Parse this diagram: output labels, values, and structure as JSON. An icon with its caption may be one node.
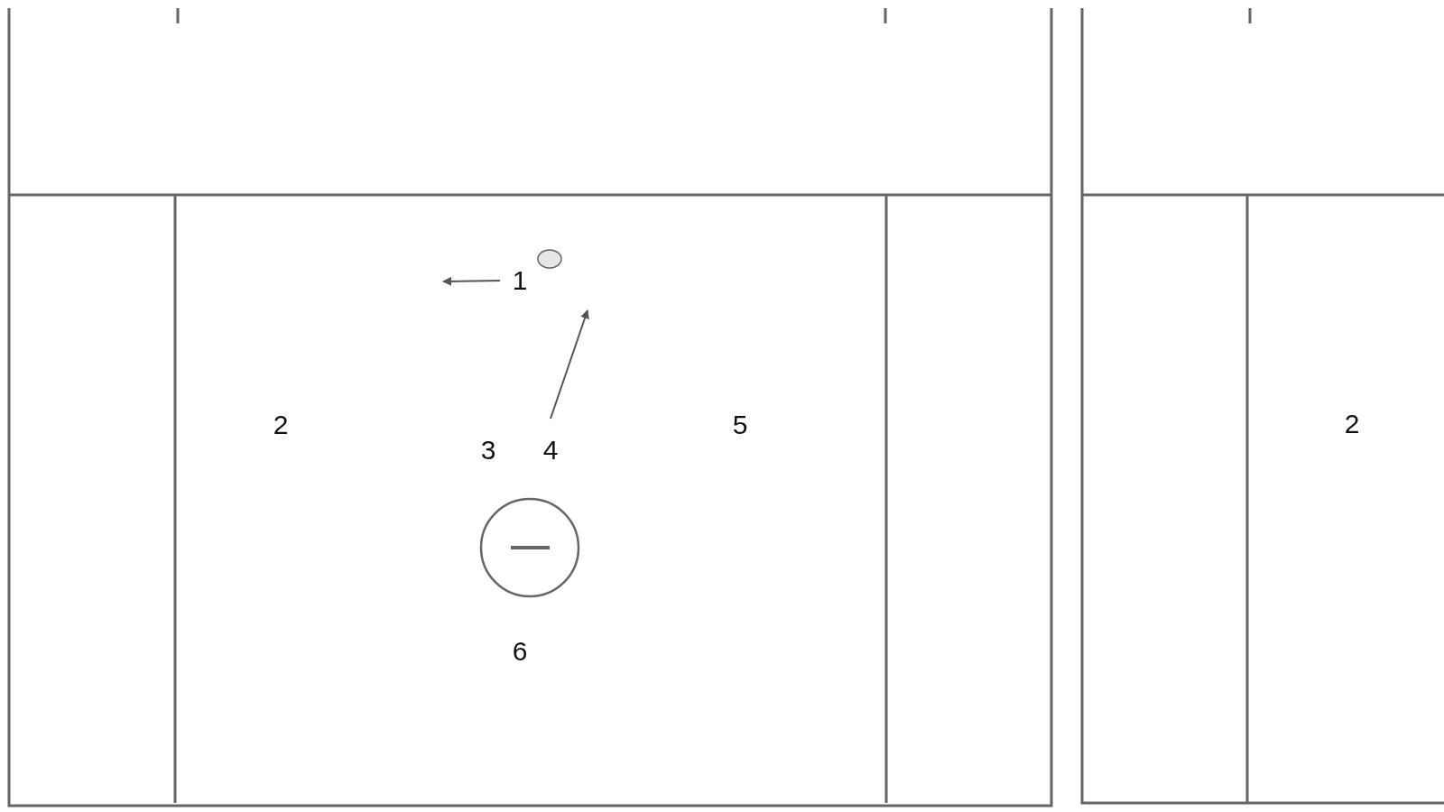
{
  "diagram": {
    "nodes": [
      {
        "text": [
          "1"
        ]
      },
      {
        "text": [
          "4"
        ]
      }
    ],
    "edges": [
      {
        "from": 0,
        "to": null,
        "arrow": "to"
      },
      {
        "from": 1,
        "to": 0,
        "arrow": "to"
      }
    ],
    "labels": [
      "2",
      "5",
      "2",
      "3",
      "6"
    ]
  }
}
